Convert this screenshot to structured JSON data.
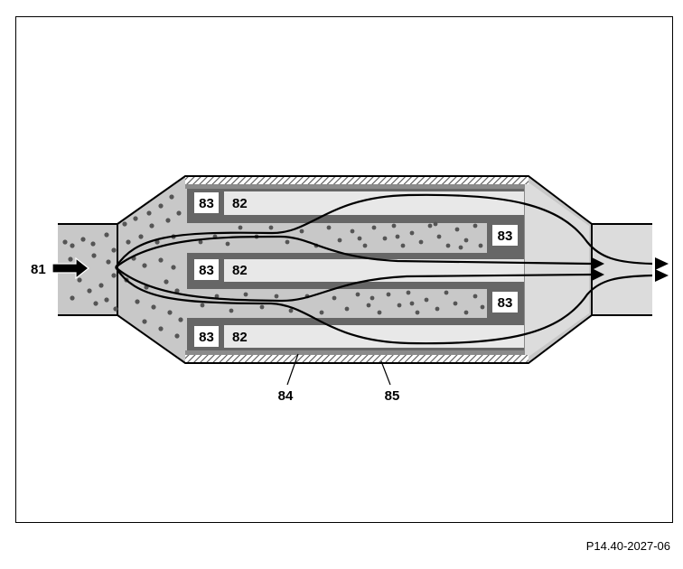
{
  "figure": {
    "labels": {
      "inlet": "81",
      "channel": "82",
      "plug": "83",
      "insulation": "84",
      "housing": "85"
    },
    "reference_code": "P14.40-2027-06"
  }
}
